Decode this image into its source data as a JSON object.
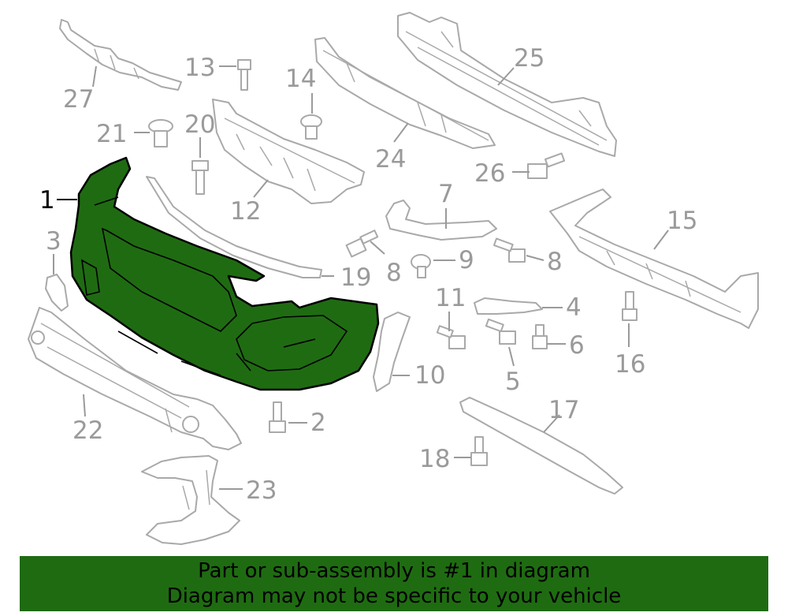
{
  "callouts": {
    "c1": "1",
    "c2": "2",
    "c3": "3",
    "c4": "4",
    "c5": "5",
    "c6": "6",
    "c7": "7",
    "c8a": "8",
    "c8b": "8",
    "c9": "9",
    "c10": "10",
    "c11": "11",
    "c12": "12",
    "c13": "13",
    "c14": "14",
    "c15": "15",
    "c16": "16",
    "c17": "17",
    "c18": "18",
    "c19": "19",
    "c20": "20",
    "c21": "21",
    "c22": "22",
    "c23": "23",
    "c24": "24",
    "c25": "25",
    "c26": "26",
    "c27": "27"
  },
  "banner": {
    "line1": "Part or sub-assembly is #1 in diagram",
    "line2": "Diagram may not be specific to your vehicle"
  },
  "colors": {
    "highlight": "#1f6b12",
    "line_art": "#a9a9a9",
    "callout_text": "#9a9a9a"
  }
}
